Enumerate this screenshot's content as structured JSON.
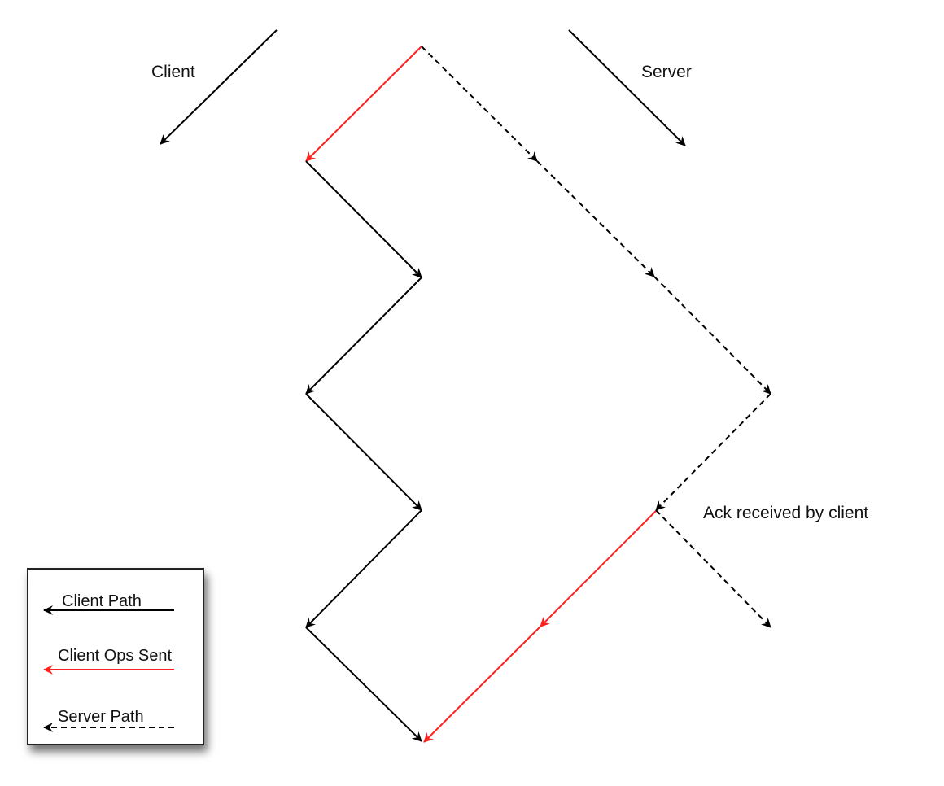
{
  "labels": {
    "client": "Client",
    "server": "Server",
    "ack": "Ack received by client"
  },
  "legend": {
    "items": [
      {
        "label": "Client Path",
        "style": "solid",
        "color": "#000000"
      },
      {
        "label": "Client Ops Sent",
        "style": "solid",
        "color": "#ff2020"
      },
      {
        "label": "Server Path",
        "style": "dashed",
        "color": "#000000"
      }
    ]
  },
  "colors": {
    "client_path": "#000000",
    "client_ops": "#ff2020",
    "server_path": "#000000"
  }
}
